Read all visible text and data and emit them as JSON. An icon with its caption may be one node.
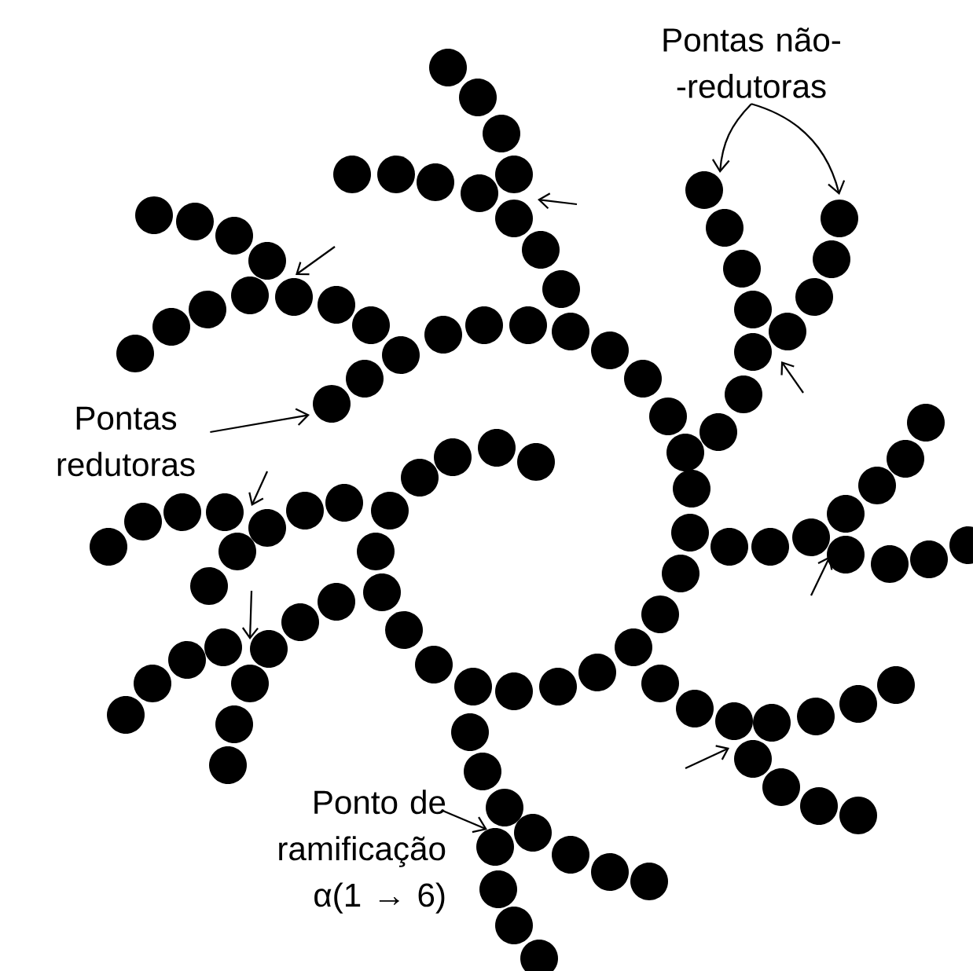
{
  "diagram": {
    "nodes": [
      {
        "text": [
          "Pontas não- -redutoras"
        ]
      },
      {
        "text": [
          "Pontas redutoras"
        ]
      },
      {
        "text": [
          "Ponto de ramificação α(1 → 6)"
        ]
      }
    ],
    "edges": [
      {
        "from": 0,
        "to": null,
        "arrow": "to"
      },
      {
        "from": 0,
        "to": null,
        "arrow": "to"
      },
      {
        "from": 1,
        "to": null,
        "arrow": "to"
      },
      {
        "from": 2,
        "to": null,
        "arrow": "to"
      }
    ]
  }
}
